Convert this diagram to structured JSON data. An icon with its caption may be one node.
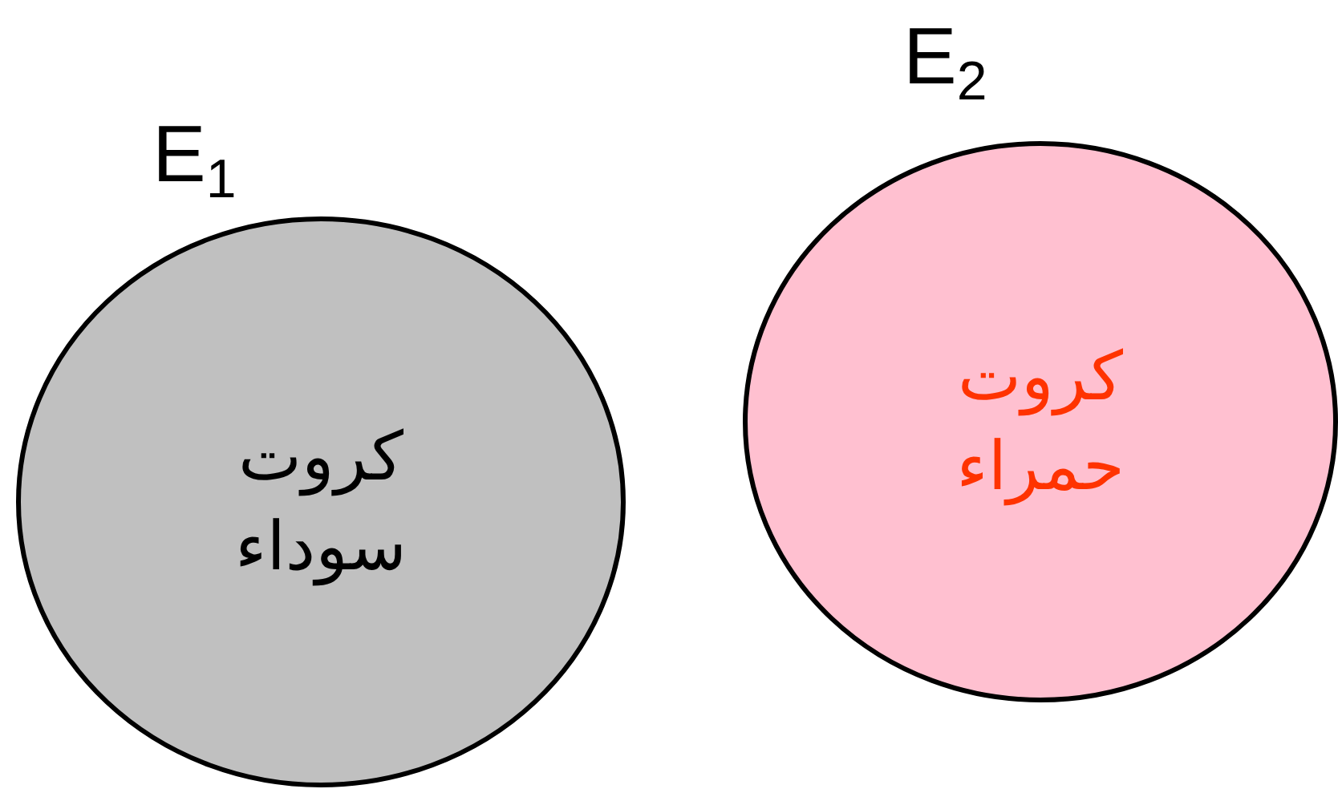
{
  "diagram": {
    "nodes": [
      {
        "text": [
          "E$_{1}$",
          "كروت سوداء"
        ]
      },
      {
        "text": [
          "E$_{2}$",
          "كروت حمراء"
        ]
      }
    ]
  }
}
